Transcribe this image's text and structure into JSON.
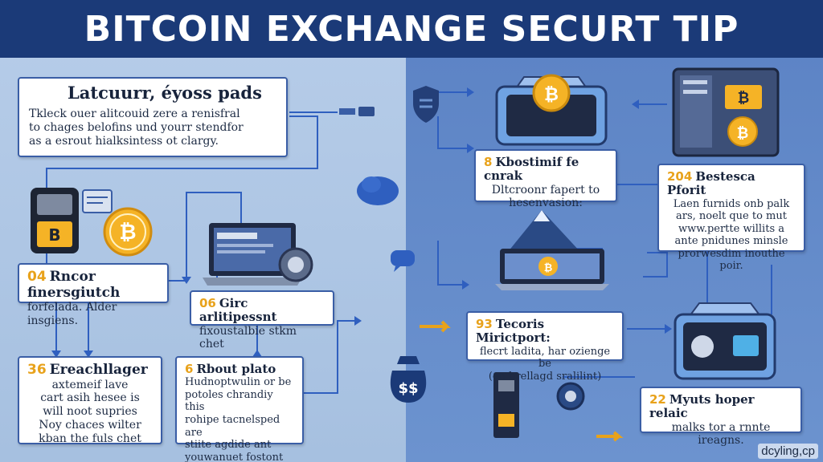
{
  "header": {
    "title": "BITCOIN EXCHANGE SECURT TIP"
  },
  "icons": [
    "bitcoin-icon",
    "lock-icon",
    "laptop-icon",
    "phone-icon",
    "arrow-icon",
    "cloud-icon",
    "server-icon",
    "dollar-icon",
    "monitor-icon",
    "gear-icon",
    "tower-icon",
    "mountain-icon"
  ],
  "colors": {
    "header": "#1b3a78",
    "left_panel": "#b7cde9",
    "right_panel": "#5b82c4",
    "accent": "#e8a21b",
    "coin": "#f5b326",
    "line": "#2f5fbf"
  },
  "boxes": {
    "b1": {
      "title": "Latcuurr, éyoss pads",
      "body": [
        "Tkleck ouer alitcouid zere a renisfral",
        "to chages belofins und yourr stendfor",
        "as a esrout hialksintess ot clargy."
      ]
    },
    "b2": {
      "num": "04",
      "title": "Rncor finersgiutch",
      "body": [
        "forfelada. Alder insgiens."
      ]
    },
    "b3": {
      "num": "06",
      "title": "Girc arlitipessnt",
      "body": [
        "fixoustalbie stkm chet"
      ]
    },
    "b4": {
      "num": "36",
      "title": "Ereachllager",
      "body": [
        "axtemeif lave",
        "cart asih hesee is",
        "will noot supries",
        "Noy chaces wilter",
        "kban the fuls chet"
      ]
    },
    "b5": {
      "num": "6",
      "title": "Rbout plato",
      "body": [
        "Hudnoptwulin or be",
        "potoles chrandiy this",
        "rohipe tacnelsped are",
        "stiite agdide ant",
        "youwanuet fostont"
      ]
    },
    "b6": {
      "num": "8",
      "title": "Kbostimif fe cnrak",
      "body": [
        "Dltcroonr fapert to",
        "hesenvasion:"
      ]
    },
    "b7": {
      "num": "204",
      "title": "Bestesca Pforit",
      "body": [
        "Laen furnids onb palk",
        "ars, noelt que to mut",
        "www.pertte willits a",
        "ante pnidunes minsle",
        "prorwesdim inouthe poir."
      ]
    },
    "b8": {
      "num": "93",
      "title": "Tecoris Mirictport:",
      "body": [
        "flecrt ladita, har ozienge be",
        "(en brellagd sralilint)"
      ]
    },
    "b9": {
      "num": "22",
      "title": "Myuts hoper relaic",
      "body": [
        "malks tor a rnnte ireagns."
      ]
    }
  },
  "coin_symbol": "₿",
  "device_symbol": "B",
  "money_symbol": "$$",
  "watermark": "dcyling,cp"
}
